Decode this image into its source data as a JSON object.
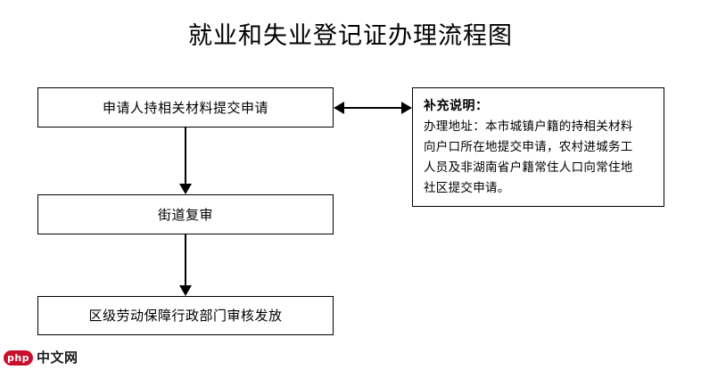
{
  "title": "就业和失业登记证办理流程图",
  "flow": {
    "steps": [
      {
        "id": "apply",
        "label": "申请人持相关材料提交申请"
      },
      {
        "id": "review",
        "label": "街道复审"
      },
      {
        "id": "issue",
        "label": "区级劳动保障行政部门审核发放"
      }
    ],
    "connectors": [
      {
        "id": "apply-to-review",
        "type": "arrow-down"
      },
      {
        "id": "review-to-issue",
        "type": "arrow-down"
      },
      {
        "id": "apply-to-note",
        "type": "arrow-both-horizontal"
      }
    ]
  },
  "note": {
    "heading": "补充说明：",
    "lines": [
      "办理地址：本市城镇户籍的持相关材料",
      "向户口所在地提交申请，农村进城务工",
      "人员及非湖南省户籍常住人口向常住地",
      "社区提交申请。"
    ]
  },
  "watermark": {
    "badge": "php",
    "text": "中文网",
    "badge_color": "#c8102e"
  }
}
